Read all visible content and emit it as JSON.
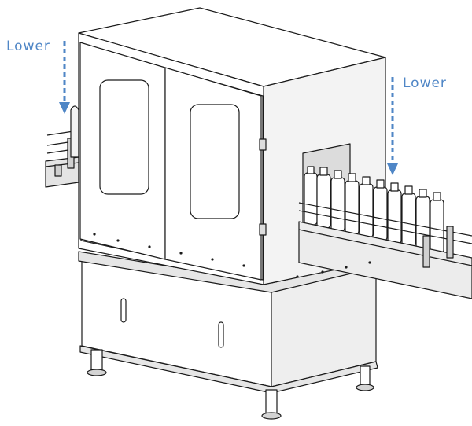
{
  "annotations": {
    "left_label": "Lower",
    "right_label": "Lower",
    "arrow_color": "#4f86c6"
  },
  "drawing": {
    "line_color": "#1a1a1a",
    "panel_fill": "#ffffff",
    "shade_fill": "#dcdcdc",
    "window_fill": "#ffffff",
    "bottle_count": 10
  },
  "icons": [
    "arrow-down-icon"
  ]
}
